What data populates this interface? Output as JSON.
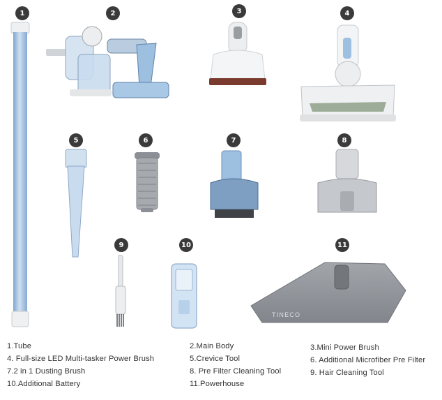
{
  "badges": [
    "1",
    "2",
    "3",
    "4",
    "5",
    "6",
    "7",
    "8",
    "9",
    "10",
    "11"
  ],
  "brand_mark": "TINECO",
  "captions": [
    "1.Tube",
    "2.Main Body",
    "3.Mini Power Brush",
    "4.  Full-size LED Multi-tasker Power Brush",
    "5.Crevice Tool",
    "6. Additional Microfiber Pre Filter",
    "7.2 in 1 Dusting Brush",
    "8. Pre Filter Cleaning Tool",
    "9. Hair Cleaning Tool",
    "10.Additional Battery",
    "11.Powerhouse"
  ],
  "colors": {
    "accent_blue": "#9dbfe0",
    "light_grey": "#e7e8ea",
    "dark_grey": "#3a3a3a",
    "powerhouse_grey": "#8c9096"
  }
}
